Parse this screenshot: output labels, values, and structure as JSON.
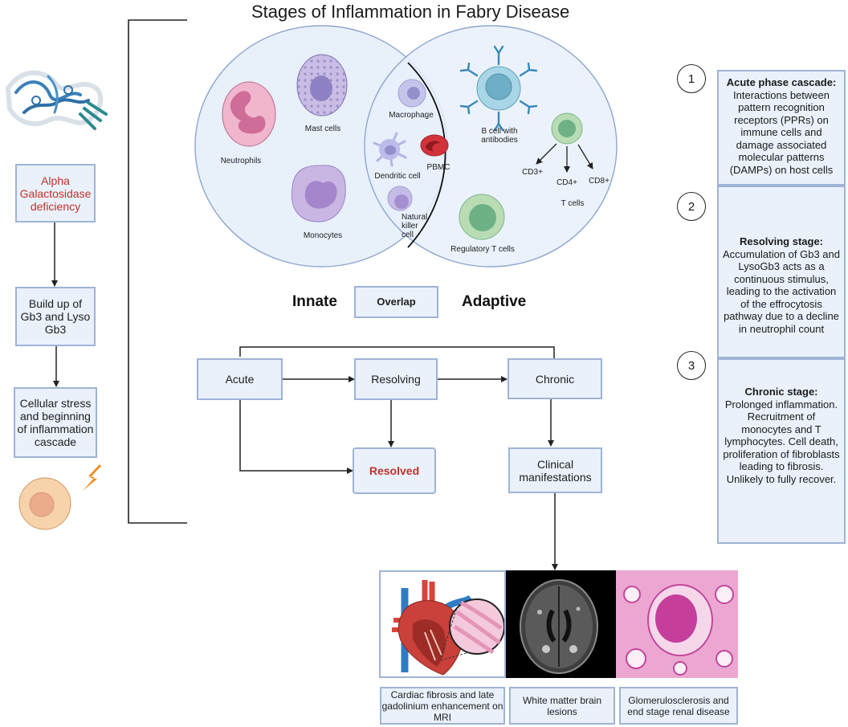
{
  "title": "Stages of Inflammation in Fabry Disease",
  "left_flow": {
    "protein_image": "alpha-galactosidase-protein-structure",
    "boxes": [
      {
        "label": "Alpha Galactosidase deficiency",
        "emphasis": "red"
      },
      {
        "label": "Build up of Gb3 and Lyso Gb3"
      },
      {
        "label": "Cellular stress and beginning of inflammation cascade"
      }
    ],
    "stressed_cell_icon": "stressed-cell-with-lightning-icon"
  },
  "venn": {
    "innate_label": "Innate",
    "overlap_label": "Overlap",
    "adaptive_label": "Adaptive",
    "innate_cells": [
      "Neutrophils",
      "Mast cells",
      "Monocytes"
    ],
    "overlap_cells": [
      "Macrophage",
      "Dendritic cell",
      "PBMC",
      "Natural killer cell"
    ],
    "adaptive_cells": {
      "b_cell": "B cell with antibodies",
      "t_cells_label": "T cells",
      "t_cell_subsets": [
        "CD3+",
        "CD4+",
        "CD8+"
      ],
      "regulatory": "Regulatory T cells"
    }
  },
  "flow": {
    "acute": "Acute",
    "resolving": "Resolving",
    "chronic": "Chronic",
    "resolved": "Resolved",
    "clinical": "Clinical manifestations"
  },
  "stages": [
    {
      "number": "1",
      "heading": "Acute phase cascade:",
      "text": "Interactions between pattern recognition receptors (PPRs) on immune cells and damage associated molecular patterns (DAMPs) on host cells"
    },
    {
      "number": "2",
      "heading": "Resolving stage:",
      "text": "Accumulation of Gb3 and LysoGb3 acts as a continuous stimulus, leading to the activation of the effrocytosis pathway due to a decline in neutrophil count"
    },
    {
      "number": "3",
      "heading": "Chronic stage:",
      "text": "Prolonged inflammation. Recruitment of monocytes and T lymphocytes. Cell death, proliferation of fibroblasts leading to fibrosis. Unlikely to fully recover."
    }
  ],
  "manifestations": [
    {
      "image": "heart-with-histology-inset",
      "caption": "Cardiac fibrosis and late gadolinium enhancement on MRI"
    },
    {
      "image": "brain-mri-axial-flair",
      "caption": "White matter brain lesions"
    },
    {
      "image": "kidney-histology-pas-stain",
      "caption": "Glomerulosclerosis and end stage renal disease"
    }
  ],
  "colors": {
    "box_fill": "#eaf1fb",
    "box_border": "#9eb3d6",
    "accent_red": "#c0322a",
    "venn_fill": "#e8f0fa",
    "venn_border": "#8ea6cf"
  }
}
